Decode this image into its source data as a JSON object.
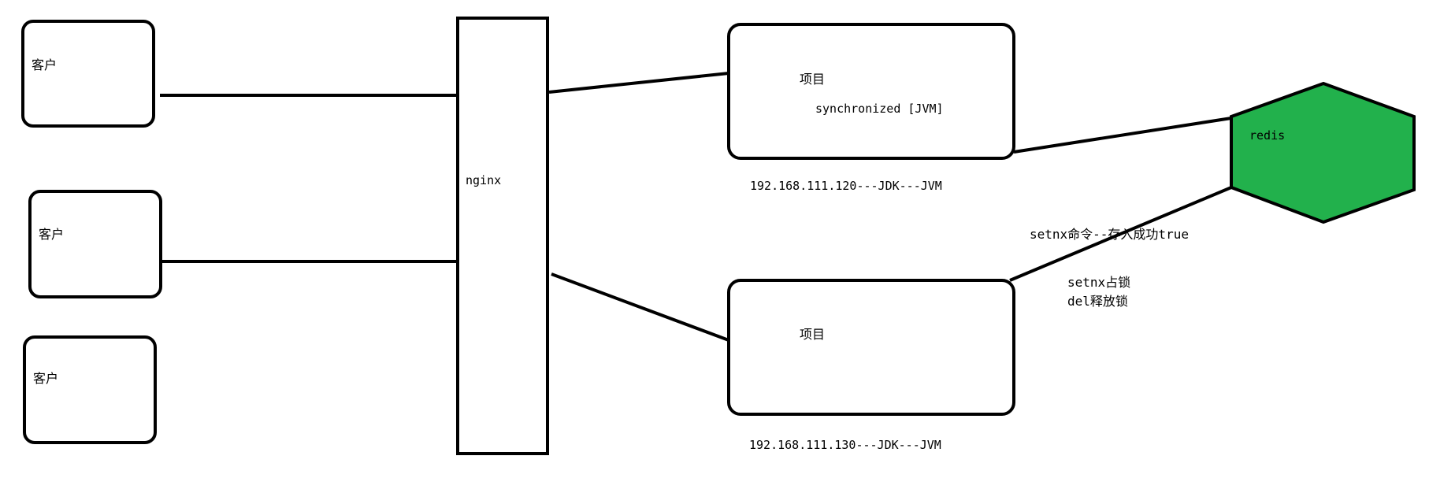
{
  "clients": [
    {
      "label": "客户"
    },
    {
      "label": "客户"
    },
    {
      "label": "客户"
    }
  ],
  "nginx": {
    "label": "nginx"
  },
  "projects": [
    {
      "label": "项目",
      "detail": "synchronized [JVM]",
      "address": "192.168.111.120---JDK---JVM"
    },
    {
      "label": "项目",
      "detail": "",
      "address": "192.168.111.130---JDK---JVM"
    }
  ],
  "redis": {
    "label": "redis",
    "color": "#22b14c"
  },
  "notes": {
    "setnx_command": "setnx命令--存入成功true",
    "setnx_lock": "setnx占锁",
    "del_release": "del释放锁"
  }
}
